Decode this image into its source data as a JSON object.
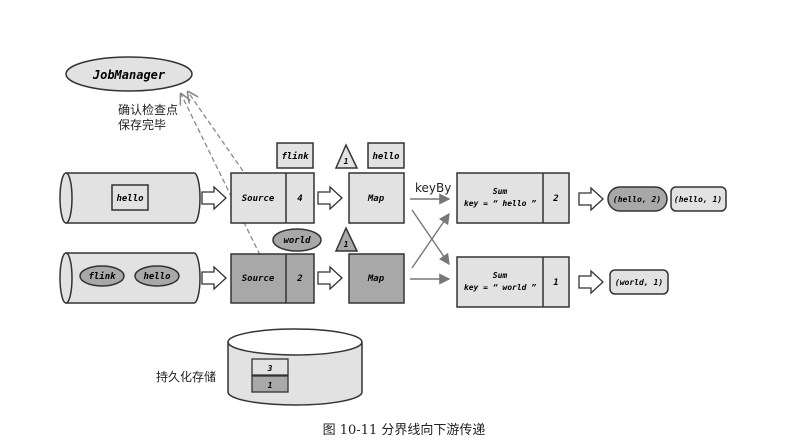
{
  "colors": {
    "light_fill": "#e2e2e2",
    "dark_fill": "#a8a8a8",
    "stroke": "#333333",
    "dashed": "#888888"
  },
  "job_manager": {
    "label": "JobManager"
  },
  "checkpoint_note": {
    "line1": "确认检查点",
    "line2": "保存完毕"
  },
  "streams": {
    "top_pipe": {
      "records": [
        "hello"
      ]
    },
    "bottom_pipe": {
      "records": [
        "flink",
        "hello"
      ]
    }
  },
  "sources": [
    {
      "label": "Source",
      "offset": "4"
    },
    {
      "label": "Source",
      "offset": "2"
    }
  ],
  "in_flight": {
    "top": {
      "record": "flink",
      "barrier": "1",
      "after_barrier": "hello"
    },
    "bottom": {
      "record": "world",
      "barrier": "1"
    }
  },
  "maps": [
    {
      "label": "Map"
    },
    {
      "label": "Map"
    }
  ],
  "key_by": {
    "label": "keyBy"
  },
  "sums": [
    {
      "title": "Sum",
      "key": "key = “ hello ”",
      "count": "2"
    },
    {
      "title": "Sum",
      "key": "key = “ world ”",
      "count": "1"
    }
  ],
  "outputs": {
    "top": [
      "(hello, 2)",
      "(hello, 1)"
    ],
    "bottom": [
      "(world, 1)"
    ]
  },
  "storage": {
    "label": "持久化存储",
    "slots": [
      "3",
      "1"
    ]
  },
  "caption": "图 10-11  分界线向下游传递"
}
